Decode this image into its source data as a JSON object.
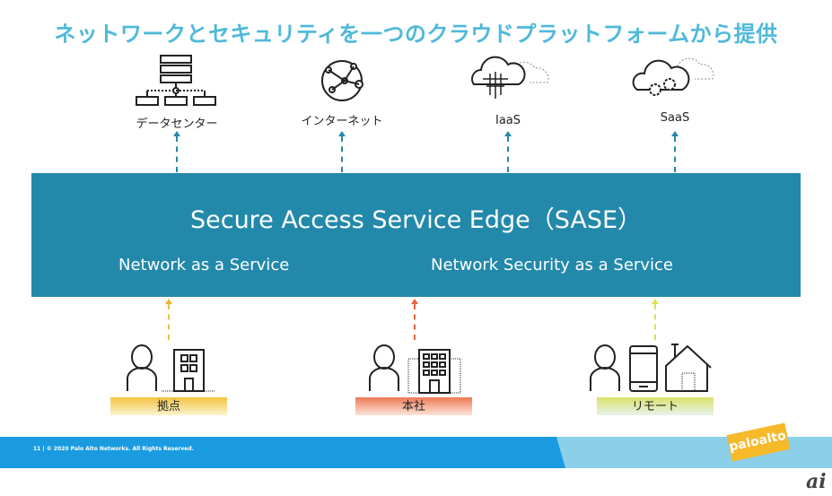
{
  "title": "ネットワークとセキュリティを一つのクラウドプラットフォームから提供",
  "destinations": [
    {
      "label": "データセンター",
      "icon": "server-rack-icon"
    },
    {
      "label": "インターネット",
      "icon": "globe-network-icon"
    },
    {
      "label": "IaaS",
      "icon": "cloud-circuit-icon"
    },
    {
      "label": "SaaS",
      "icon": "cloud-gears-icon"
    }
  ],
  "sase": {
    "title": "Secure Access Service Edge（SASE）",
    "left_service": "Network as a Service",
    "right_service": "Network Security as a Service",
    "color": "#2389ab"
  },
  "locations": [
    {
      "label": "拠点",
      "icon": "person-building-icon",
      "color": "#f3c440"
    },
    {
      "label": "本社",
      "icon": "person-headquarters-icon",
      "color": "#ec7a55"
    },
    {
      "label": "リモート",
      "icon": "person-phone-home-icon",
      "color": "#d9e26a"
    }
  ],
  "footer": {
    "copyright": "11  |  © 2020 Palo Alto Networks. All Rights Reserved.",
    "logo": "paloalto",
    "watermark": "ai"
  }
}
